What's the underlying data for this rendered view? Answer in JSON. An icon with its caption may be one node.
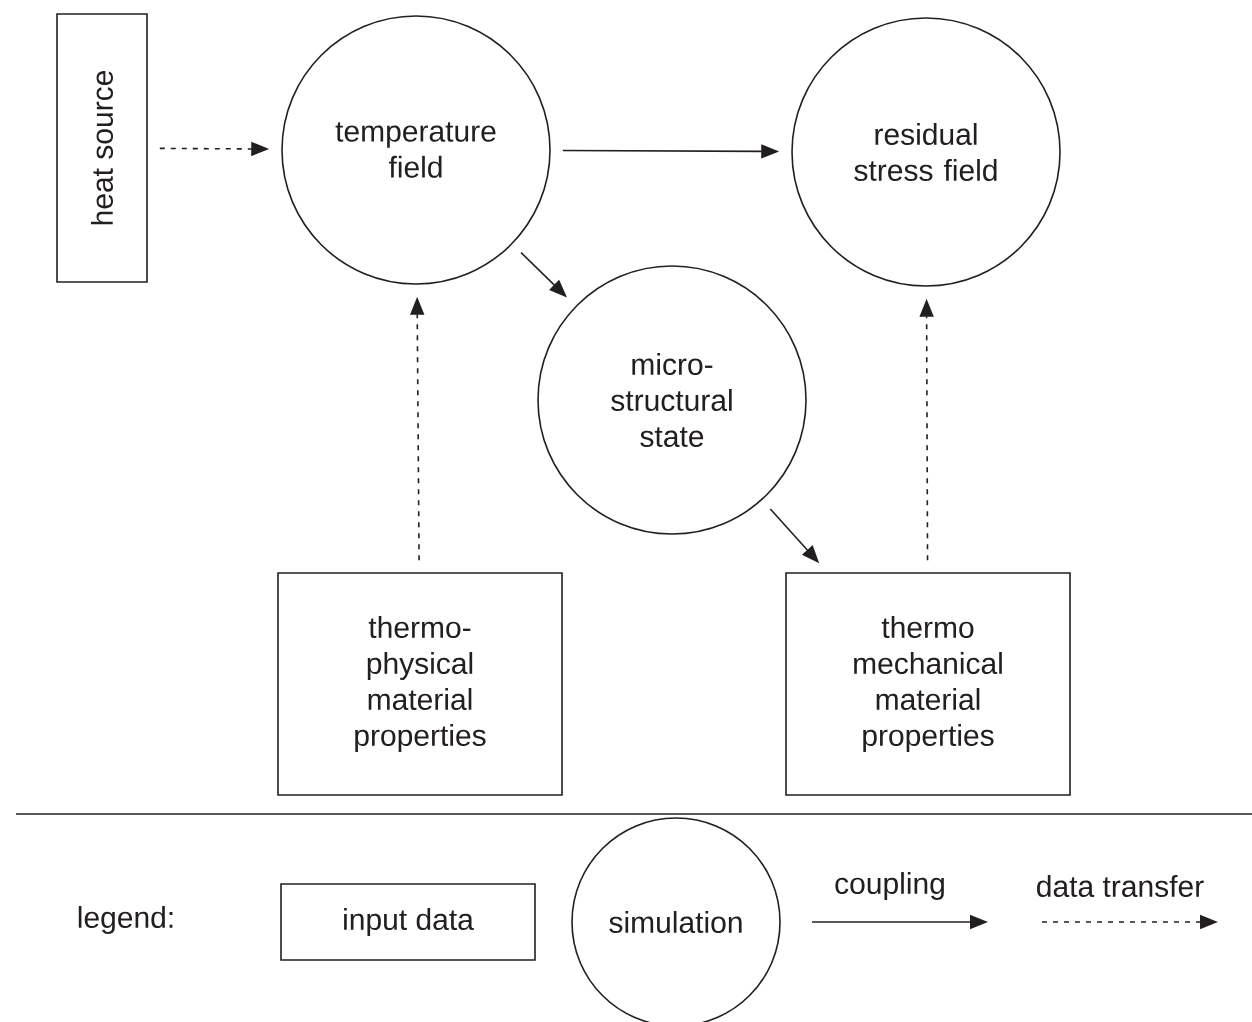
{
  "diagram": {
    "nodes": [
      {
        "text": [
          "heat source"
        ]
      },
      {
        "text": [
          "temperature field"
        ]
      },
      {
        "text": [
          "residual stress field"
        ]
      },
      {
        "text": [
          "micro- structural state"
        ]
      },
      {
        "text": [
          "thermo- physical material properties"
        ]
      },
      {
        "text": [
          "thermo mechanical material properties"
        ]
      }
    ],
    "edges": [
      {
        "from": 0,
        "to": 1,
        "arrow": "to",
        "style": "dashed"
      },
      {
        "from": 1,
        "to": 2,
        "arrow": "to"
      },
      {
        "from": 1,
        "to": 3,
        "arrow": "to"
      },
      {
        "from": 3,
        "to": 5,
        "arrow": "to"
      },
      {
        "from": 4,
        "to": 1,
        "arrow": "to",
        "style": "dashed"
      },
      {
        "from": 5,
        "to": 2,
        "arrow": "to",
        "style": "dashed"
      }
    ],
    "labels": [
      "legend:"
    ],
    "legend": [
      {
        "text": "input data"
      },
      {
        "text": "simulation"
      },
      {
        "text": "coupling"
      },
      {
        "text": "data transfer"
      }
    ]
  }
}
